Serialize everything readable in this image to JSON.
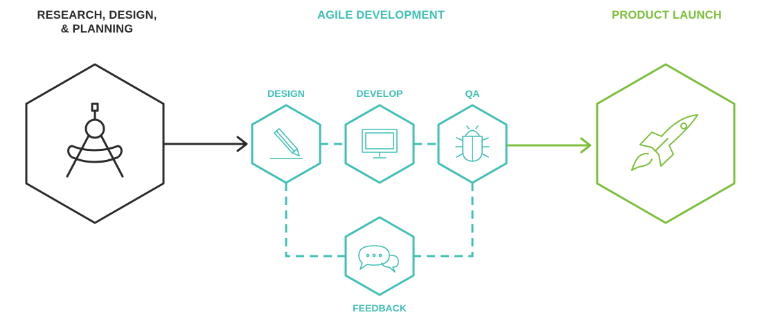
{
  "headings": {
    "research": "RESEARCH, DESIGN,\n& PLANNING",
    "agile": "AGILE DEVELOPMENT",
    "launch": "PRODUCT LAUNCH"
  },
  "stages": {
    "design": "DESIGN",
    "develop": "DEVELOP",
    "qa": "QA",
    "feedback": "FEEDBACK"
  },
  "icons": {
    "research": "compass-icon",
    "design": "pencil-icon",
    "develop": "monitor-icon",
    "qa": "bug-icon",
    "feedback": "chat-bubbles-icon",
    "launch": "rocket-icon"
  },
  "colors": {
    "research": "#2b2b2b",
    "agile": "#3fbfb5",
    "launch": "#7bbf3b"
  }
}
